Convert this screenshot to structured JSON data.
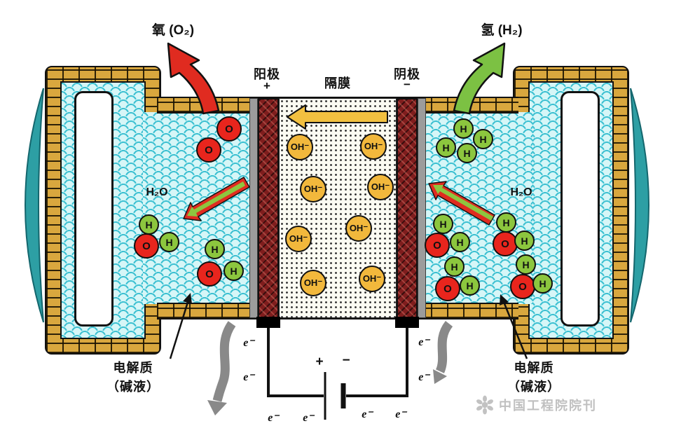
{
  "header": {
    "oxygen_label": "氧 (O₂)",
    "hydrogen_label": "氢 (H₂)",
    "anode_label": "阳极",
    "anode_sign": "+",
    "membrane_label": "隔膜",
    "cathode_label": "阴极",
    "cathode_sign": "−"
  },
  "chambers": {
    "water_formula": "H₂O",
    "electrolyte_line1": "电解质",
    "electrolyte_line2": "（碱液）"
  },
  "particles": {
    "oxygen": "O",
    "hydrogen": "H",
    "hydroxide": "OH⁻"
  },
  "circuit": {
    "electron": "e⁻",
    "battery_plus": "+",
    "battery_minus": "−"
  },
  "watermark": {
    "text": "中国工程院院刊"
  },
  "colors": {
    "electrolyte_fill": "#D6F6F7",
    "wave": "#3FC1D2",
    "brick": "#D9A73E",
    "electrode": "#7F1D1D",
    "oxygen_red": "#E8251D",
    "hydrogen_green": "#8CC63E",
    "hydroxide_yellow": "#F2B83C",
    "arrow_yellow": "#F2C040",
    "arrow_red": "#E02B20",
    "arrow_green": "#7CC143",
    "gray_arrow": "#898989",
    "teal_crescent": "#2D9FA4"
  }
}
